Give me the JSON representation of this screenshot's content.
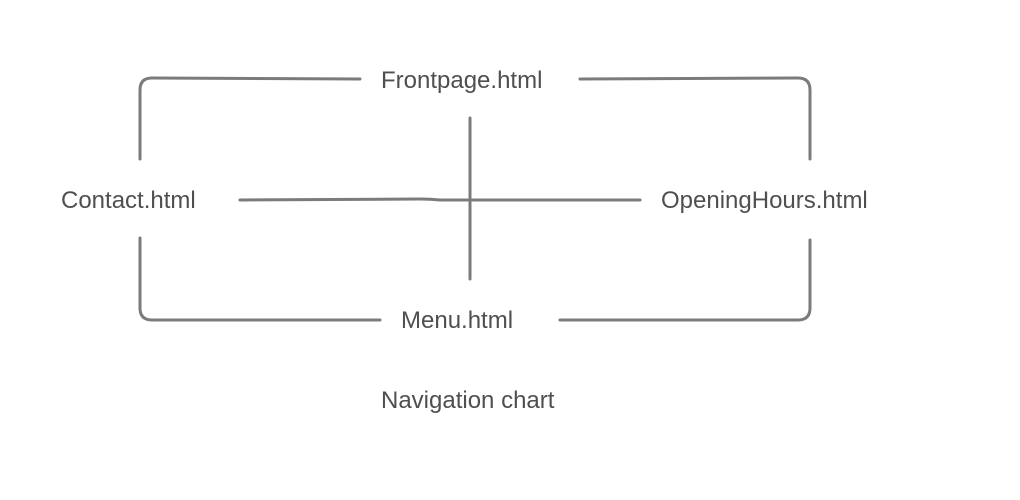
{
  "nodes": {
    "frontpage": "Frontpage.html",
    "contact": "Contact.html",
    "opening_hours": "OpeningHours.html",
    "menu": "Menu.html"
  },
  "caption": "Navigation chart",
  "colors": {
    "line": "#7b7b7b",
    "text": "#4f4f4f",
    "background": "#ffffff"
  }
}
